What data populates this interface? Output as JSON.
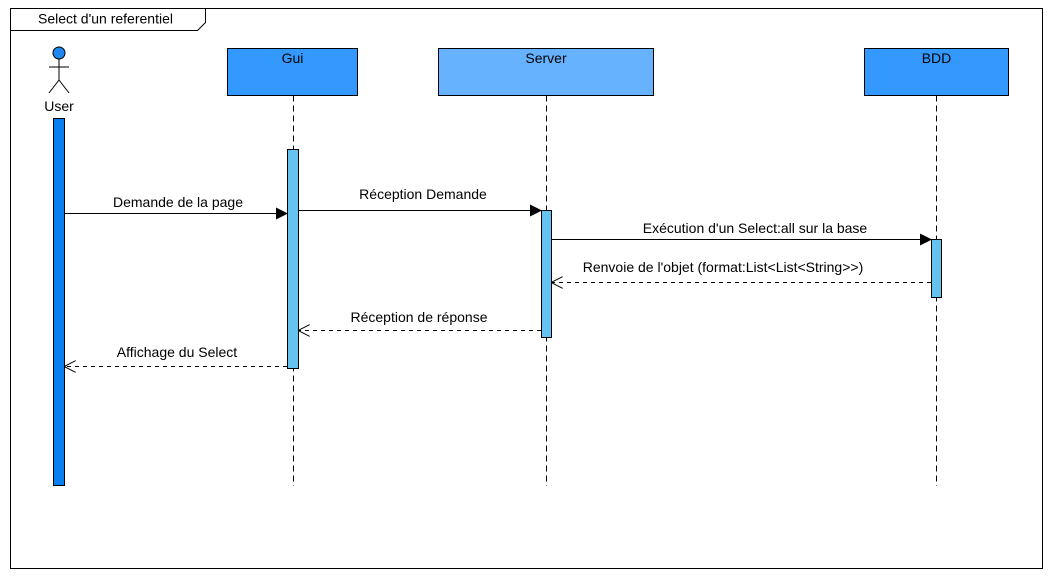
{
  "frame": {
    "title": "Select d'un referentiel"
  },
  "actor": {
    "label": "User",
    "color": "#1E88F0"
  },
  "participants": {
    "gui": {
      "label": "Gui",
      "fill": "#3399FF"
    },
    "server": {
      "label": "Server",
      "fill": "#66B2FF"
    },
    "bdd": {
      "label": "BDD",
      "fill": "#3399FF"
    }
  },
  "colors": {
    "user_activation": "#0A7FF2",
    "activation": "#66C2EE",
    "stroke": "#000000"
  },
  "messages": [
    {
      "label": "Demande de la page",
      "type": "sync",
      "from": "User",
      "to": "Gui"
    },
    {
      "label": "Réception Demande",
      "type": "sync",
      "from": "Gui",
      "to": "Server"
    },
    {
      "label": "Exécution d'un Select:all sur la base",
      "type": "sync",
      "from": "Server",
      "to": "BDD"
    },
    {
      "label": "Renvoie de l'objet (format:List<List<String>>)",
      "type": "return",
      "from": "BDD",
      "to": "Server"
    },
    {
      "label": "Réception de réponse",
      "type": "return",
      "from": "Server",
      "to": "Gui"
    },
    {
      "label": "Affichage du Select",
      "type": "return",
      "from": "Gui",
      "to": "User"
    }
  ]
}
